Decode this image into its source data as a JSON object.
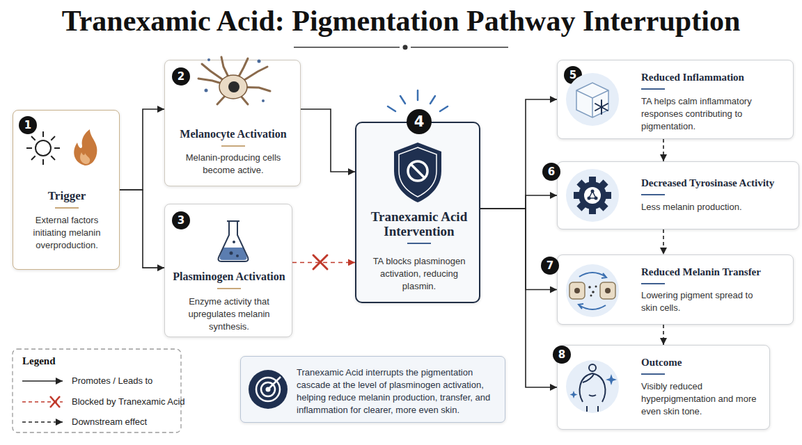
{
  "diagram": {
    "title": "Tranexamic Acid: Pigmentation Pathway Interruption",
    "nodes": [
      {
        "text": [
          "1",
          "Trigger",
          "External factors initiating melanin overproduction."
        ]
      },
      {
        "text": [
          "2",
          "Melanocyte Activation",
          "Melanin-producing cells become active."
        ]
      },
      {
        "text": [
          "3",
          "Plasminogen Activation",
          "Enzyme activity that upregulates melanin synthesis."
        ]
      },
      {
        "text": [
          "4",
          "Tranexamic Acid Intervention",
          "TA blocks plasminogen activation, reducing plasmin."
        ]
      },
      {
        "text": [
          "5",
          "Reduced Inflammation",
          "TA helps calm inflammatory responses contributing to pigmentation."
        ]
      },
      {
        "text": [
          "6",
          "Decreased Tyrosinase Activity",
          "Less melanin production."
        ]
      },
      {
        "text": [
          "7",
          "Reduced Melanin Transfer",
          "Lowering pigment spread to skin cells."
        ]
      },
      {
        "text": [
          "8",
          "Outcome",
          "Visibly reduced hyperpigmentation and more even skin tone."
        ]
      },
      {
        "text": [
          "Tranexamic Acid interrupts the pigmentation cascade at the level of plasminogen activation, helping reduce melanin production, transfer, and inflammation for clearer, more even skin."
        ]
      }
    ],
    "edges": [
      {
        "from": 0,
        "to": 1,
        "arrow": "to"
      },
      {
        "from": 0,
        "to": 2,
        "arrow": "to"
      },
      {
        "from": 1,
        "to": 3,
        "arrow": "to"
      },
      {
        "from": 2,
        "to": 3,
        "arrow": "to"
      },
      {
        "from": 3,
        "to": 4,
        "arrow": "to"
      },
      {
        "from": 3,
        "to": 5,
        "arrow": "to"
      },
      {
        "from": 3,
        "to": 6,
        "arrow": "to"
      },
      {
        "from": 3,
        "to": 7,
        "arrow": "to"
      },
      {
        "from": 4,
        "to": 5,
        "arrow": "to"
      },
      {
        "from": 5,
        "to": 6,
        "arrow": "to"
      },
      {
        "from": 6,
        "to": 7,
        "arrow": "to"
      }
    ],
    "labels": [
      "Legend"
    ],
    "legend": [
      {
        "text": "Promotes / Leads to"
      },
      {
        "text": "Blocked by Tranexamic Acid"
      },
      {
        "text": "Downstream effect"
      }
    ]
  }
}
